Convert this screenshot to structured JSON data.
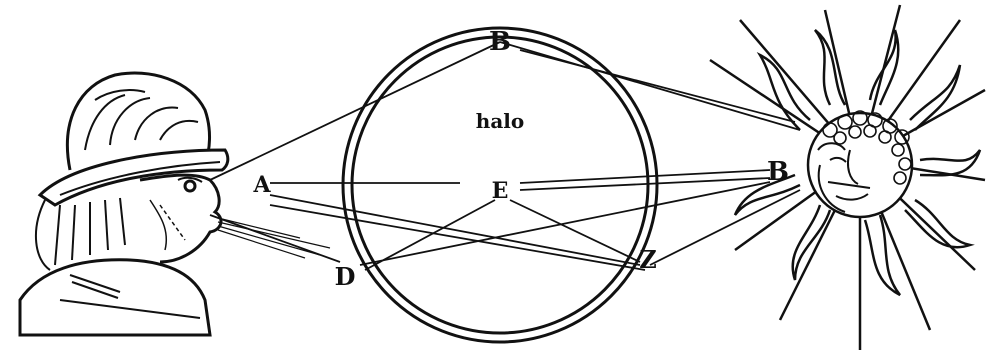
{
  "labels": {
    "top": "B",
    "center": "E",
    "left": "A",
    "lower_left": "D",
    "lower_right": "Z",
    "sun_point": "B",
    "halo": "halo"
  },
  "colors": {
    "ink": "#111111",
    "paper": "#ffffff"
  },
  "figures": {
    "observer": "man-with-hat-icon",
    "sun": "sun-face-icon"
  }
}
